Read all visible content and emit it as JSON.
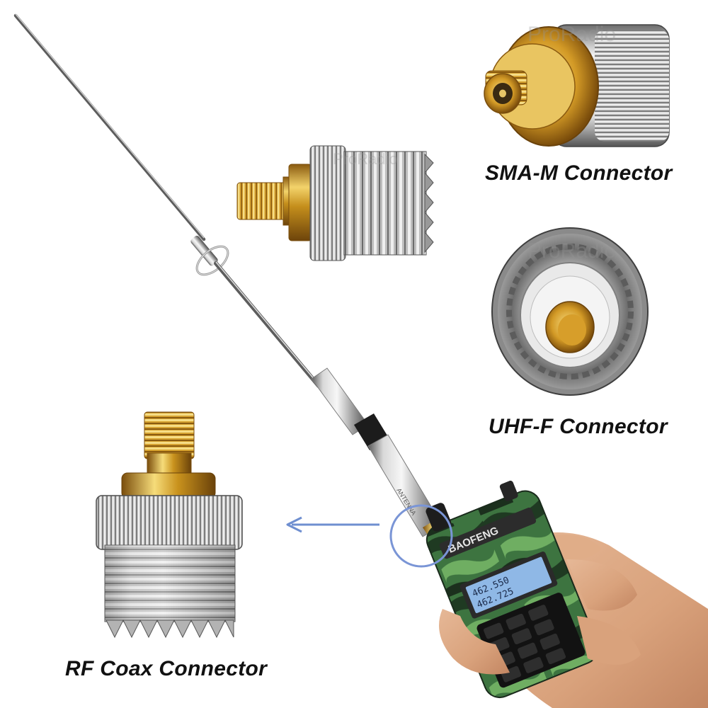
{
  "labels": {
    "sma_m": "SMA-M Connector",
    "uhf_f": "UHF-F Connector",
    "rf_coax": "RF Coax Connector"
  },
  "watermarks": [
    "ProRadio",
    "ProRadio",
    "ProRadio"
  ],
  "radio": {
    "brand": "BAOFENG",
    "display_line1": "462.550",
    "display_line2": "462.725"
  },
  "colors": {
    "accent_blue": "#6f8fd0",
    "gold": "#d9a82a",
    "silver": "#c9c9c9",
    "camo_green": "#3f7a3a"
  },
  "icons": [
    "pointer-arrow-icon",
    "highlight-circle-icon"
  ]
}
